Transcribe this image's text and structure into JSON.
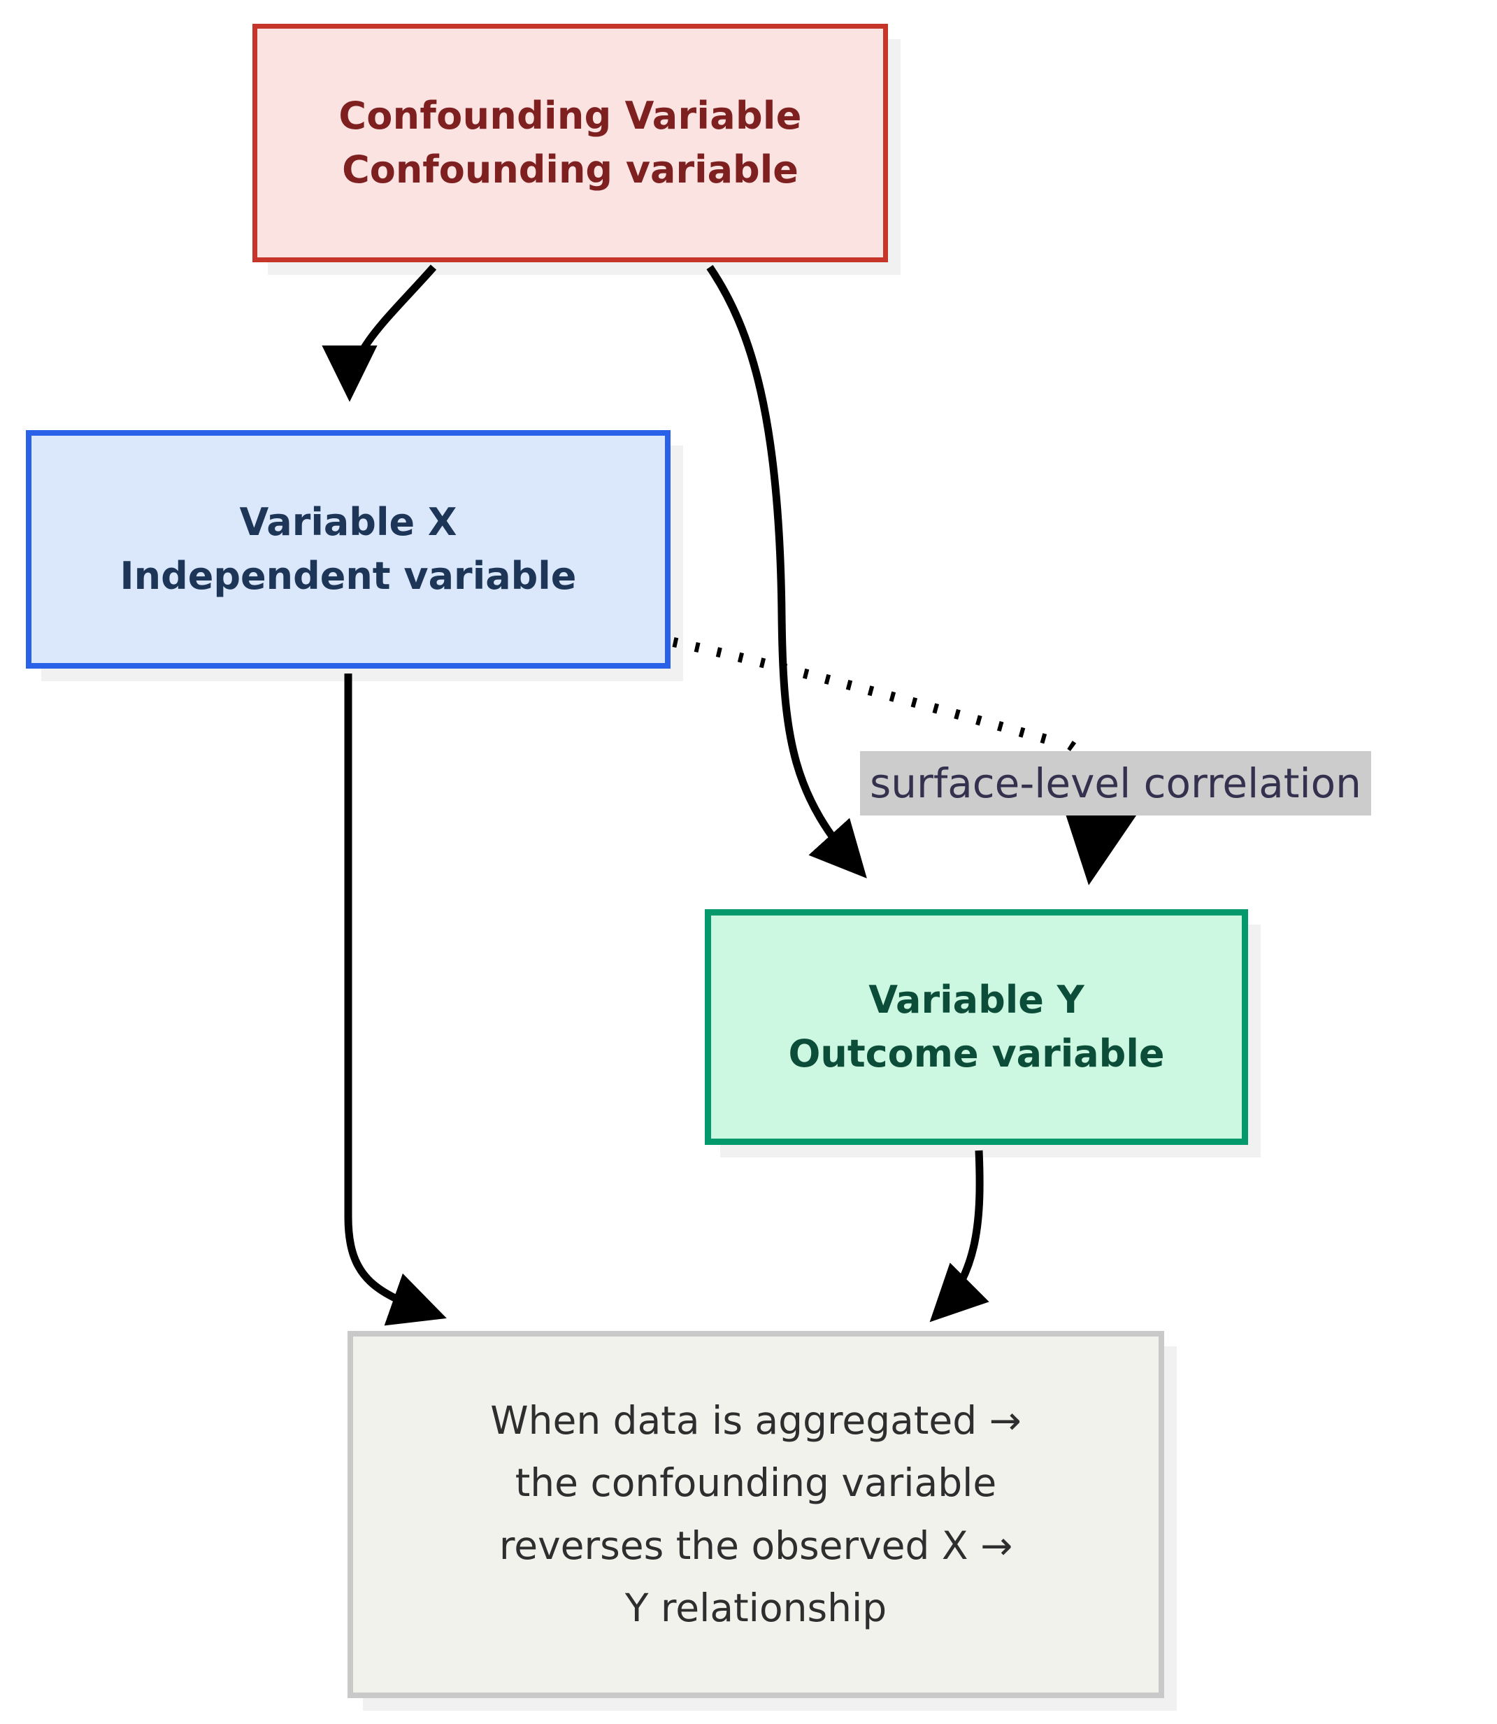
{
  "diagram": {
    "type": "flowchart",
    "title": "Confounding variable / Simpson's paradox flowchart",
    "colors": {
      "confounder_fill": "#fbe3e2",
      "confounder_border": "#c63529",
      "confounder_text": "#7e2020",
      "x_fill": "#dbe7fb",
      "x_border": "#2962e8",
      "x_text": "#1d3557",
      "y_fill": "#ccf7e1",
      "y_border": "#04996c",
      "y_text": "#0c4d3a",
      "note_fill": "#f2f2ec",
      "note_border": "#c9c9c9",
      "note_text": "#2e2e2e",
      "edge": "#000000",
      "edge_label_fill": "#cccccc",
      "edge_label_text": "#33314e"
    },
    "nodes": {
      "confounder": {
        "title": "Confounding Variable",
        "subtitle": "Confounding variable"
      },
      "variable_x": {
        "title": "Variable X",
        "subtitle": "Independent variable"
      },
      "variable_y": {
        "title": "Variable Y",
        "subtitle": "Outcome variable"
      },
      "note": {
        "lines": [
          "When data is aggregated →",
          "the confounding variable",
          "reverses the observed X →",
          "Y relationship"
        ]
      }
    },
    "edges": [
      {
        "id": "confounder-to-x",
        "from": "confounder",
        "to": "variable_x",
        "style": "solid",
        "label": ""
      },
      {
        "id": "confounder-to-y",
        "from": "confounder",
        "to": "variable_y",
        "style": "solid",
        "label": ""
      },
      {
        "id": "x-to-y",
        "from": "variable_x",
        "to": "variable_y",
        "style": "dotted",
        "label": "surface-level correlation"
      },
      {
        "id": "x-to-note",
        "from": "variable_x",
        "to": "note",
        "style": "solid",
        "label": ""
      },
      {
        "id": "y-to-note",
        "from": "variable_y",
        "to": "note",
        "style": "solid",
        "label": ""
      }
    ]
  }
}
